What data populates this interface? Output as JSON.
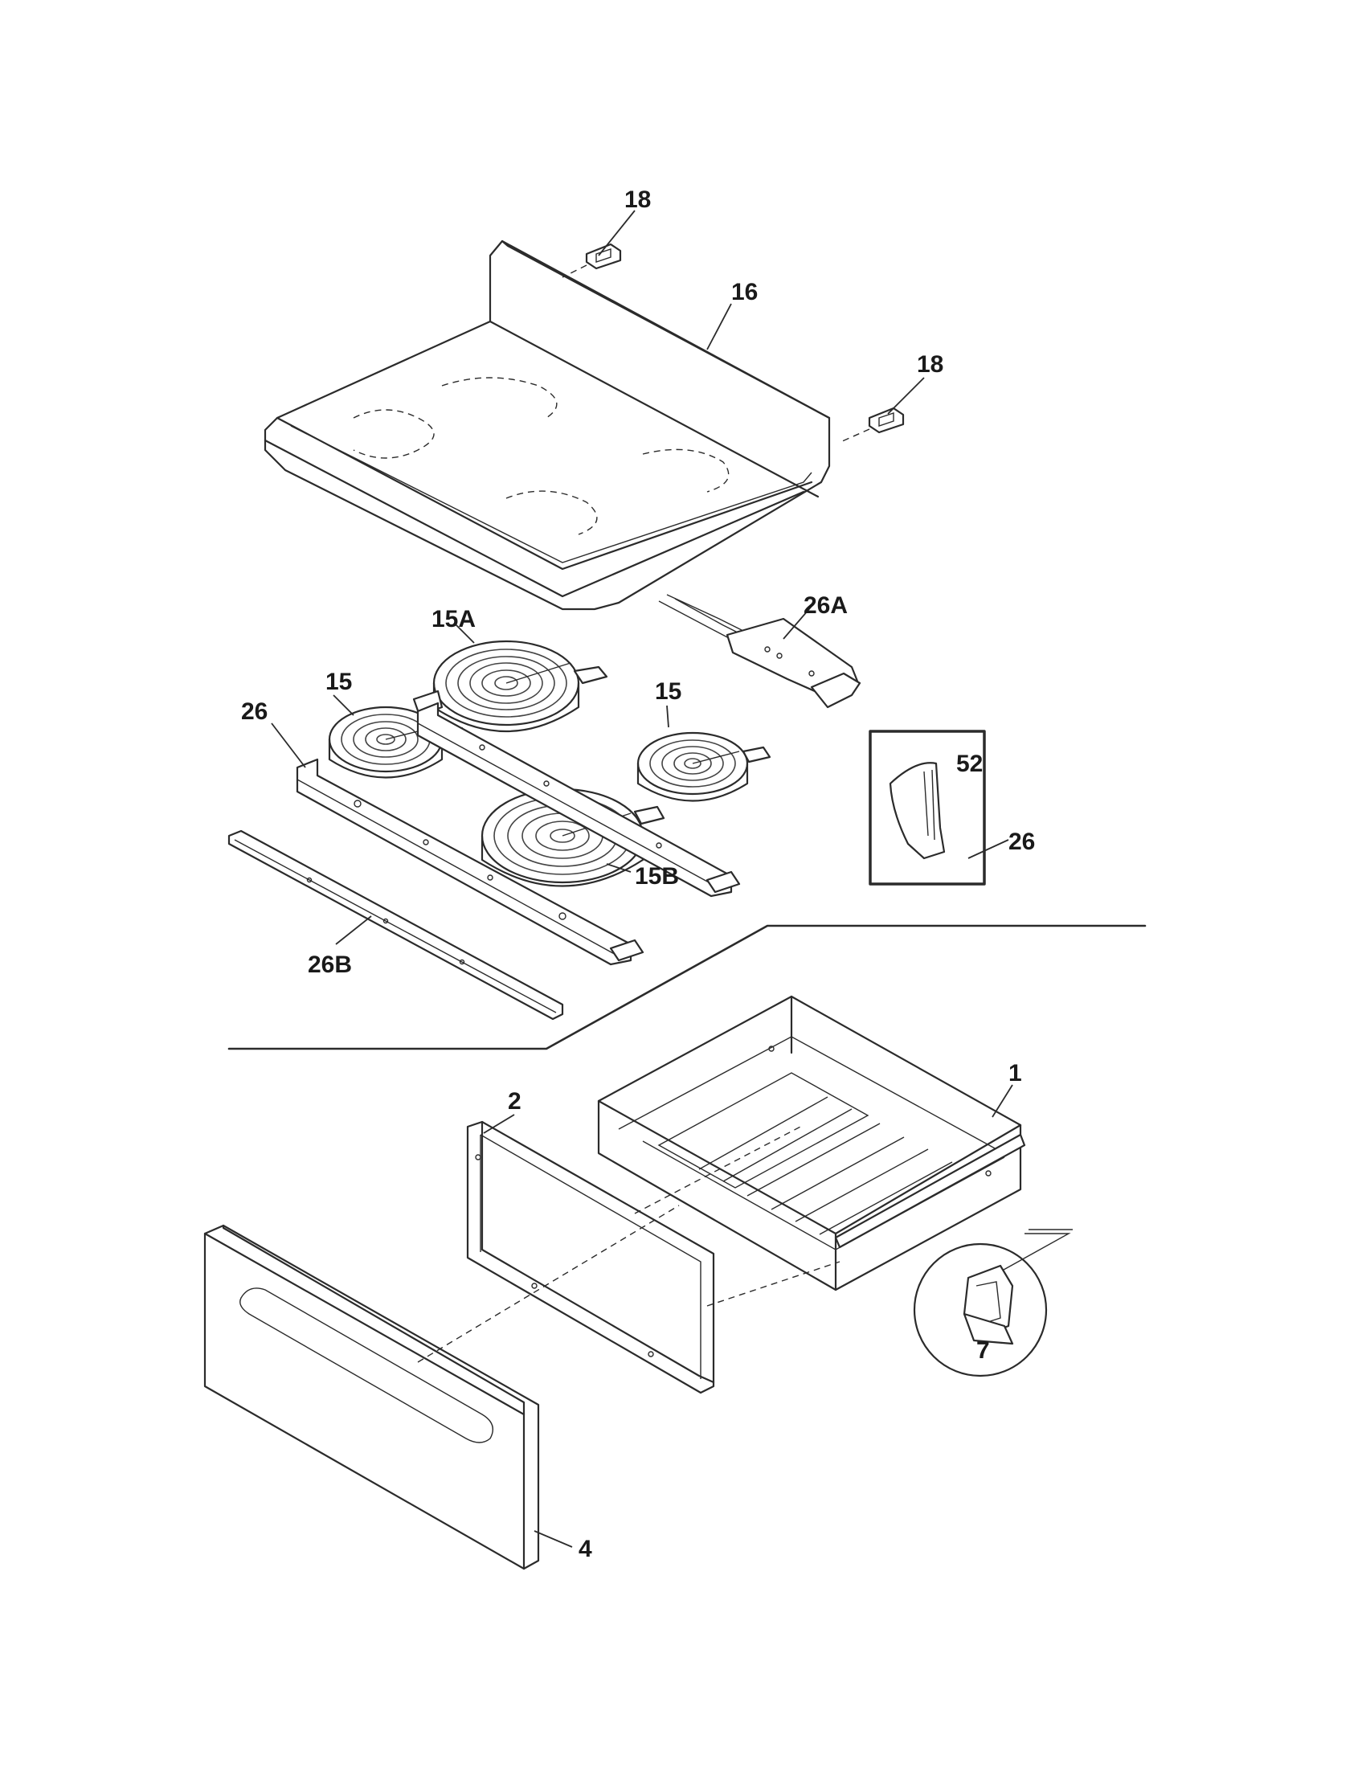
{
  "labels": {
    "p18a": "18",
    "p16": "16",
    "p18b": "18",
    "p26a": "26A",
    "p15a": "15A",
    "p15l": "15",
    "p15r": "15",
    "p26l": "26",
    "p52": "52",
    "p26r": "26",
    "p15b": "15B",
    "p26b": "26B",
    "p1": "1",
    "p2": "2",
    "p7": "7",
    "p4": "4"
  },
  "colors": {
    "line": "#2b2b2b",
    "background": "#ffffff"
  }
}
